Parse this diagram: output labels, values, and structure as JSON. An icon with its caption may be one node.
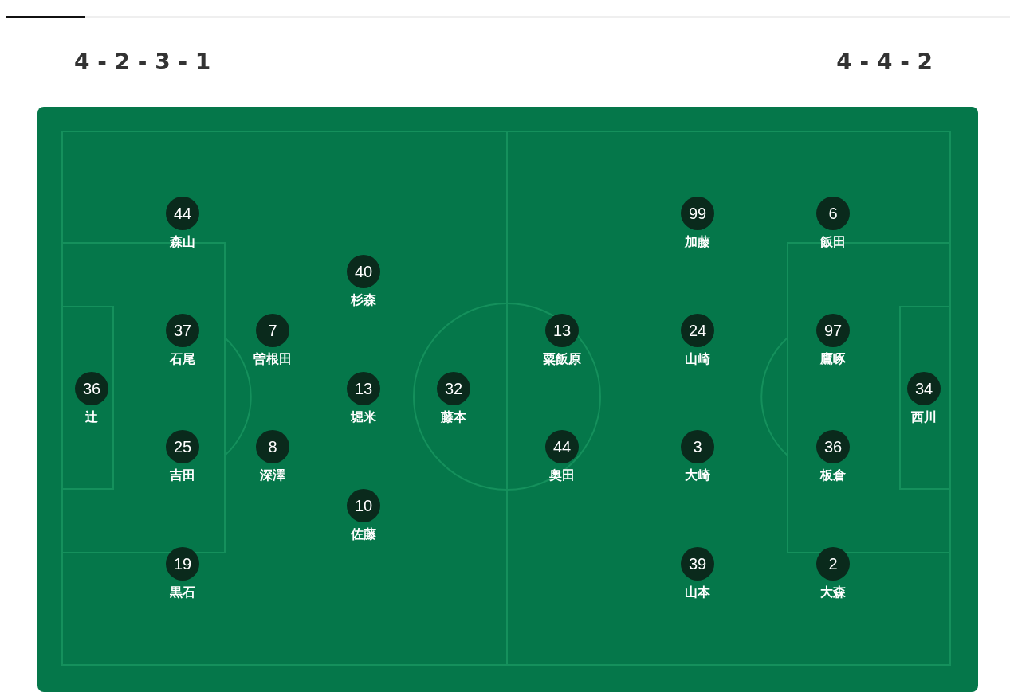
{
  "diagram": {
    "nodes": [
      {
        "text": [
          "36"
        ],
        "beside": [
          "辻"
        ]
      },
      {
        "text": [
          "44"
        ],
        "beside": [
          "森山"
        ]
      },
      {
        "text": [
          "37"
        ],
        "beside": [
          "石尾"
        ]
      },
      {
        "text": [
          "25"
        ],
        "beside": [
          "吉田"
        ]
      },
      {
        "text": [
          "19"
        ],
        "beside": [
          "黒石"
        ]
      },
      {
        "text": [
          "7"
        ],
        "beside": [
          "曽根田"
        ]
      },
      {
        "text": [
          "8"
        ],
        "beside": [
          "深澤"
        ]
      },
      {
        "text": [
          "40"
        ],
        "beside": [
          "杉森"
        ]
      },
      {
        "text": [
          "13"
        ],
        "beside": [
          "堀米"
        ]
      },
      {
        "text": [
          "10"
        ],
        "beside": [
          "佐藤"
        ]
      },
      {
        "text": [
          "32"
        ],
        "beside": [
          "藤本"
        ]
      },
      {
        "text": [
          "13"
        ],
        "beside": [
          "粟飯原"
        ]
      },
      {
        "text": [
          "44"
        ],
        "beside": [
          "奥田"
        ]
      },
      {
        "text": [
          "99"
        ],
        "beside": [
          "加藤"
        ]
      },
      {
        "text": [
          "24"
        ],
        "beside": [
          "山崎"
        ]
      },
      {
        "text": [
          "3"
        ],
        "beside": [
          "大崎"
        ]
      },
      {
        "text": [
          "39"
        ],
        "beside": [
          "山本"
        ]
      },
      {
        "text": [
          "6"
        ],
        "beside": [
          "飯田"
        ]
      },
      {
        "text": [
          "97"
        ],
        "beside": [
          "鷹啄"
        ]
      },
      {
        "text": [
          "36"
        ],
        "beside": [
          "板倉"
        ]
      },
      {
        "text": [
          "2"
        ],
        "beside": [
          "大森"
        ]
      },
      {
        "text": [
          "34"
        ],
        "beside": [
          "西川"
        ]
      }
    ],
    "labels": [
      "4 - 2 - 3 - 1",
      "4 - 4 - 2"
    ]
  }
}
